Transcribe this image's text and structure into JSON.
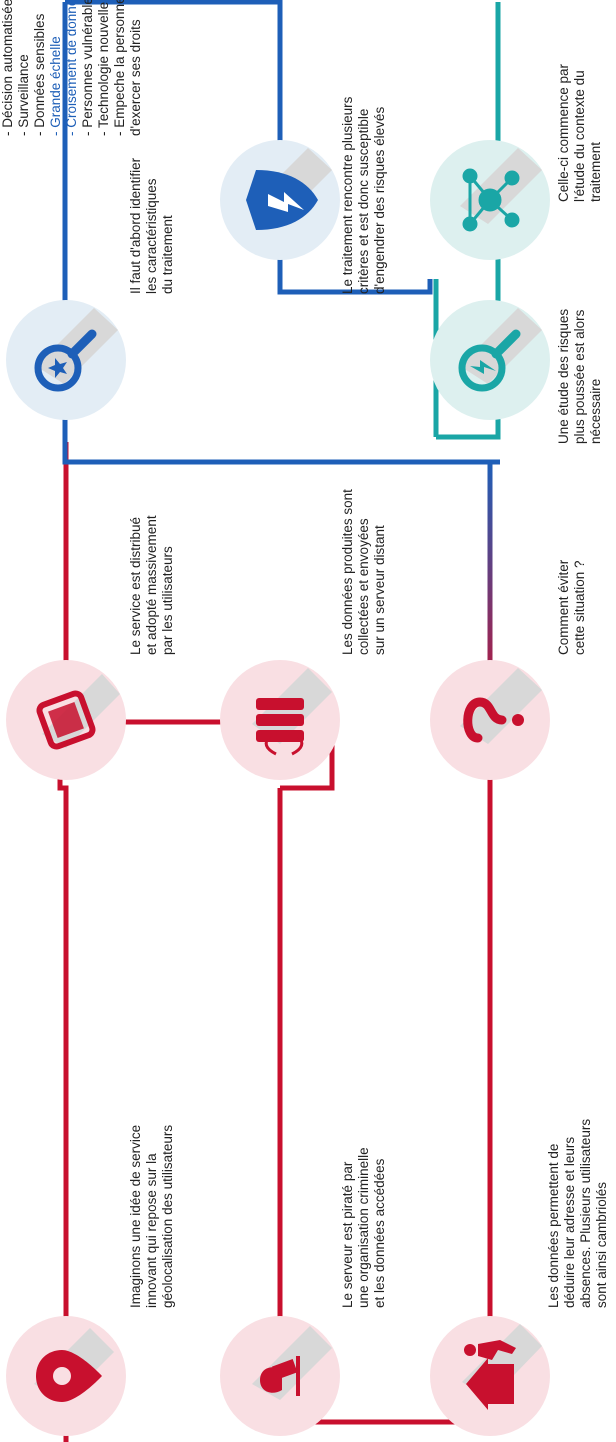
{
  "colors": {
    "red": "#c8102e",
    "blue": "#1e5fb8",
    "teal": "#1aa6a6",
    "red_tint": "#f9dfe3",
    "blue_tint": "#e3edf5",
    "teal_tint": "#ddf0ef"
  },
  "steps": {
    "s1": {
      "icon": "map-pin-icon",
      "text": "Imaginons une idée de service\ninnovant qui repose sur la\ngéolocalisation des utilisateurs"
    },
    "s2": {
      "icon": "smartphone-icon",
      "text": "Le service est distribué\net adopté massivement\npar les utilisateurs"
    },
    "s3": {
      "icon": "server-upload-icon",
      "text": "Les données produites sont\ncollectées et envoyées\nsur un serveur distant"
    },
    "s4": {
      "icon": "hacker-icon",
      "text": "Le serveur est piraté par\nune organisation criminelle\net les données accédées"
    },
    "s5": {
      "icon": "burglar-house-icon",
      "text": "Les données permettent de\ndéduire leur adresse et leurs\nabsences. Plusieurs utilisateurs\nsont ainsi cambriolés"
    },
    "s6": {
      "icon": "question-mark-icon",
      "text": "Comment éviter\ncette situation ?"
    },
    "s7": {
      "icon": "magnifier-star-icon",
      "text": "Il faut d'abord identifier\nles caractéristiques\ndu traitement"
    },
    "s8": {
      "icon": "shield-alert-icon",
      "text": "Le traitement rencontre plusieurs\ncritères et est donc susceptible\nd'engendrer des risques élevés"
    },
    "s9": {
      "icon": "magnifier-bolt-icon",
      "text": "Une étude des risques\nplus poussée est alors\nnécessaire"
    },
    "s10": {
      "icon": "network-nodes-icon",
      "text": "Celle-ci commence par\nl'étude du contexte du\ntraitement"
    }
  },
  "criteria": [
    {
      "text": "- Décision automatisée",
      "highlight": false
    },
    {
      "text": "- Surveillance",
      "highlight": false
    },
    {
      "text": "- Données sensibles",
      "highlight": false
    },
    {
      "text": "- Grande échelle",
      "highlight": true
    },
    {
      "text": "- Croisement de données",
      "highlight": true
    },
    {
      "text": "- Personnes vulnérables",
      "highlight": false
    },
    {
      "text": "- Technologie nouvelle",
      "highlight": false
    },
    {
      "text": "- Empeche la personne",
      "highlight": false
    },
    {
      "text": "  d'exercer ses droits",
      "highlight": false
    }
  ]
}
